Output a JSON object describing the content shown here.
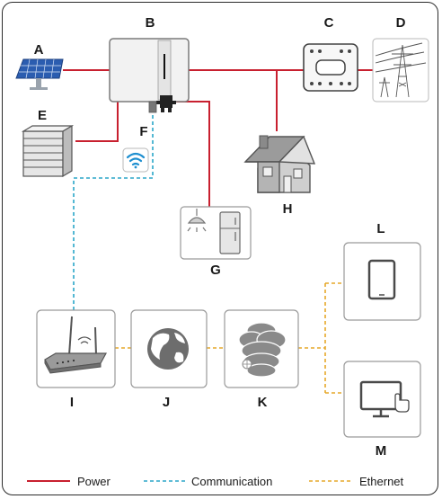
{
  "labels": {
    "A": "A",
    "B": "B",
    "C": "C",
    "D": "D",
    "E": "E",
    "F": "F",
    "G": "G",
    "H": "H",
    "I": "I",
    "J": "J",
    "K": "K",
    "L": "L",
    "M": "M"
  },
  "legend": {
    "power": "Power",
    "communication": "Communication",
    "ethernet": "Ethernet"
  },
  "colors": {
    "power": "#c8202f",
    "communication": "#2aa6c8",
    "ethernet": "#e6a82a",
    "box_border": "#9a9a9a",
    "icon_gray": "#8c8c8c",
    "wifi_blue": "#1e8fd0"
  },
  "icons": {
    "A": "solar-panel-icon",
    "B": "inverter-icon",
    "C": "energy-meter-icon",
    "D": "power-grid-tower-icon",
    "E": "battery-stack-icon",
    "F": "wifi-dongle-icon",
    "G": "loads-lamp-fridge-icon",
    "H": "house-icon",
    "I": "router-icon",
    "J": "globe-internet-icon",
    "K": "cloud-server-icon",
    "L": "tablet-icon",
    "M": "monitor-icon"
  }
}
